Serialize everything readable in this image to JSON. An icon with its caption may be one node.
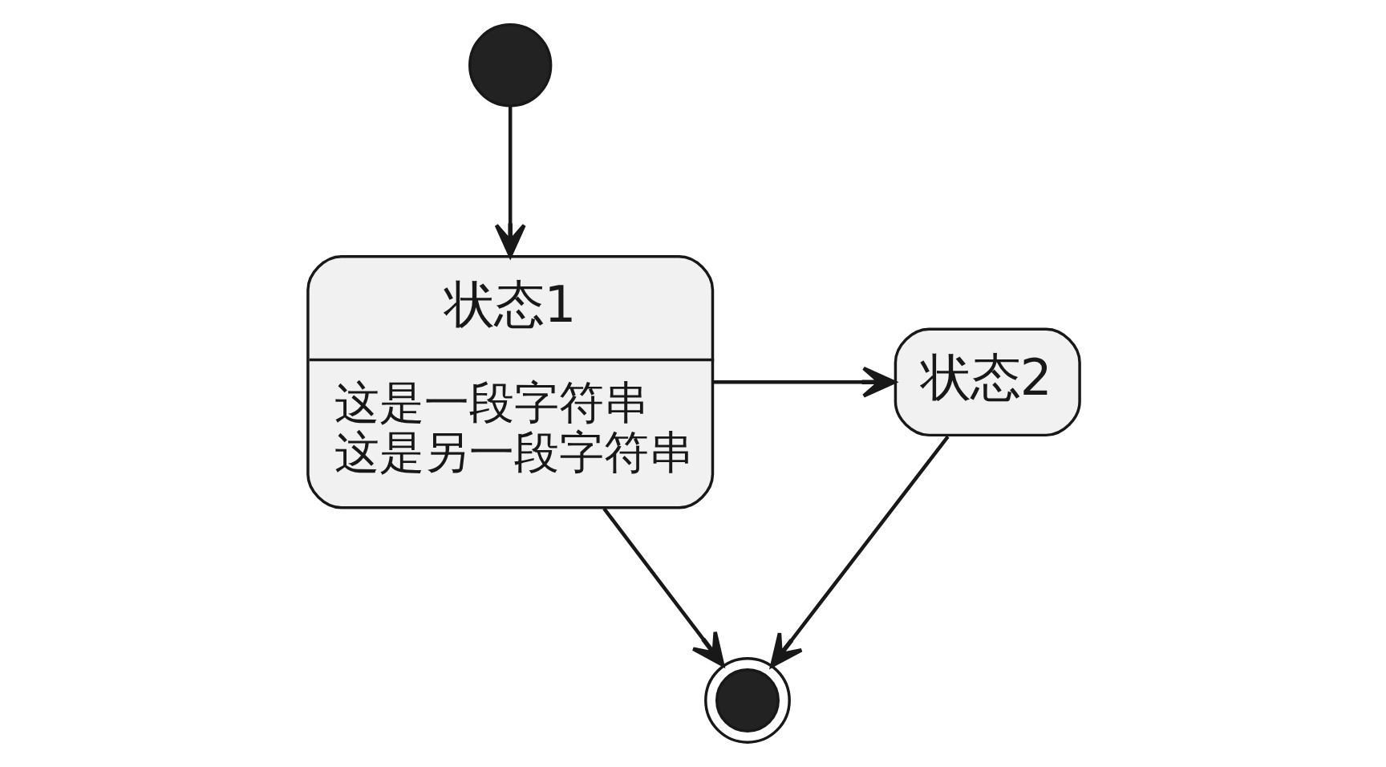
{
  "diagram": {
    "nodes": [
      {
        "text": [],
        "shape": "circle"
      },
      {
        "text": [
          "状态1",
          "这是一段字符串",
          "这是另一段字符串"
        ]
      },
      {
        "text": [
          "状态2"
        ]
      },
      {
        "text": [],
        "shape": "circle"
      }
    ],
    "edges": [
      {
        "from": 0,
        "to": 1,
        "arrow": "to"
      },
      {
        "from": 1,
        "to": 2,
        "arrow": "to"
      },
      {
        "from": 1,
        "to": 3,
        "arrow": "to"
      },
      {
        "from": 2,
        "to": 3,
        "arrow": "to"
      }
    ]
  }
}
